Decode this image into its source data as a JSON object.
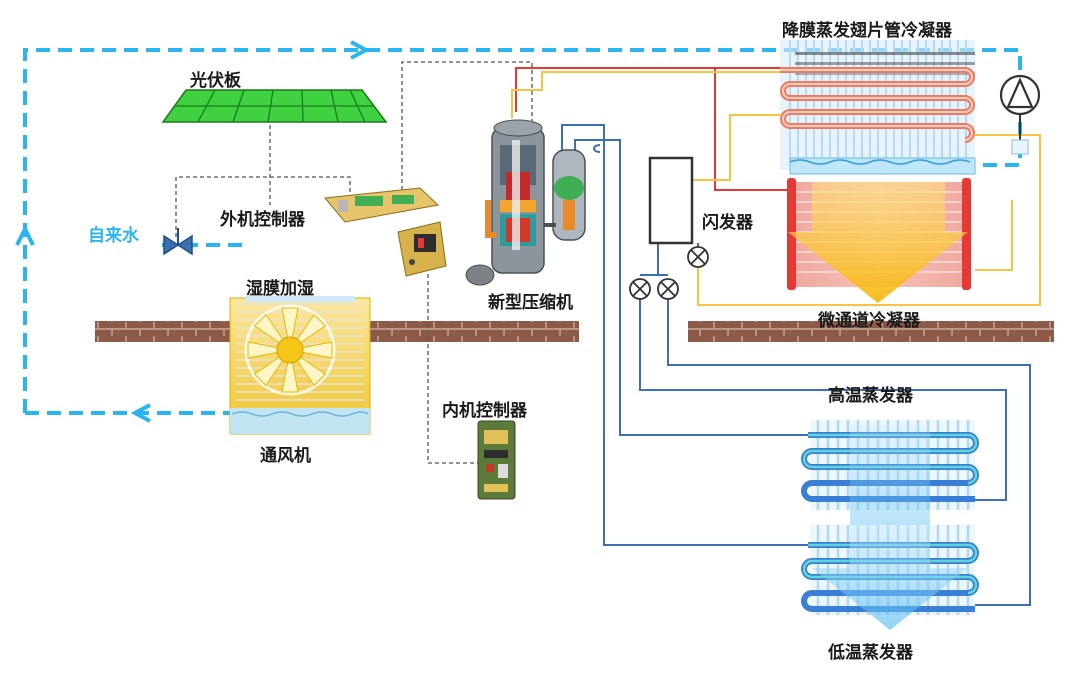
{
  "labels": {
    "solar_panel": "光伏板",
    "tap_water": "自来水",
    "outdoor_controller": "外机控制器",
    "wet_film_humidifier": "湿膜加湿",
    "fan": "通风机",
    "indoor_controller": "内机控制器",
    "compressor": "新型压缩机",
    "flash_tank": "闪发器",
    "membrane_condenser": "降膜蒸发翅片管冷凝器",
    "microchannel_condenser": "微通道冷凝器",
    "high_temp_evaporator": "高温蒸发器",
    "low_temp_evaporator": "低温蒸发器"
  },
  "colors": {
    "water_loop": "#29b6f0",
    "hot_pipe": "#e53935",
    "warm_pipe": "#f5c542",
    "cold_pipe": "#3c6fb3",
    "signal_wire": "#555555",
    "wall": "#8d5a4a",
    "solar": "#3fd13f",
    "humidifier": "#f5d94a"
  }
}
